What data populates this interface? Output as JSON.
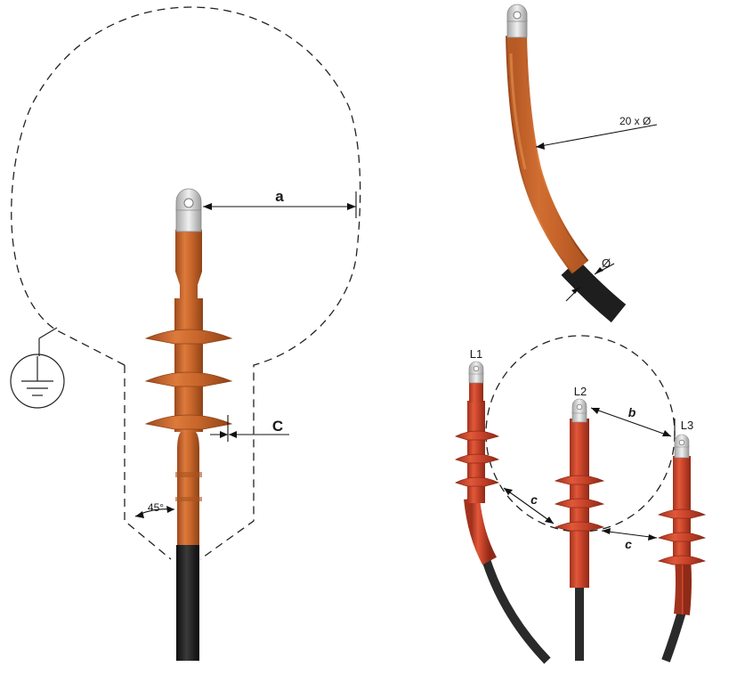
{
  "labels": {
    "a": "a",
    "c_main": "C",
    "angle": "45°",
    "bend_radius": "20 x Ø",
    "diameter": "Ø",
    "l1": "L1",
    "l2": "L2",
    "l3": "L3",
    "b": "b",
    "c_left": "c",
    "c_right": "c"
  },
  "colors": {
    "termination_orange": "#c8662b",
    "termination_red": "#c8432a",
    "cable_black": "#1e1e1e",
    "lug_grey": "#d9d9d9",
    "line": "#222222"
  },
  "icons": {
    "ground": "earth-ground-icon"
  }
}
